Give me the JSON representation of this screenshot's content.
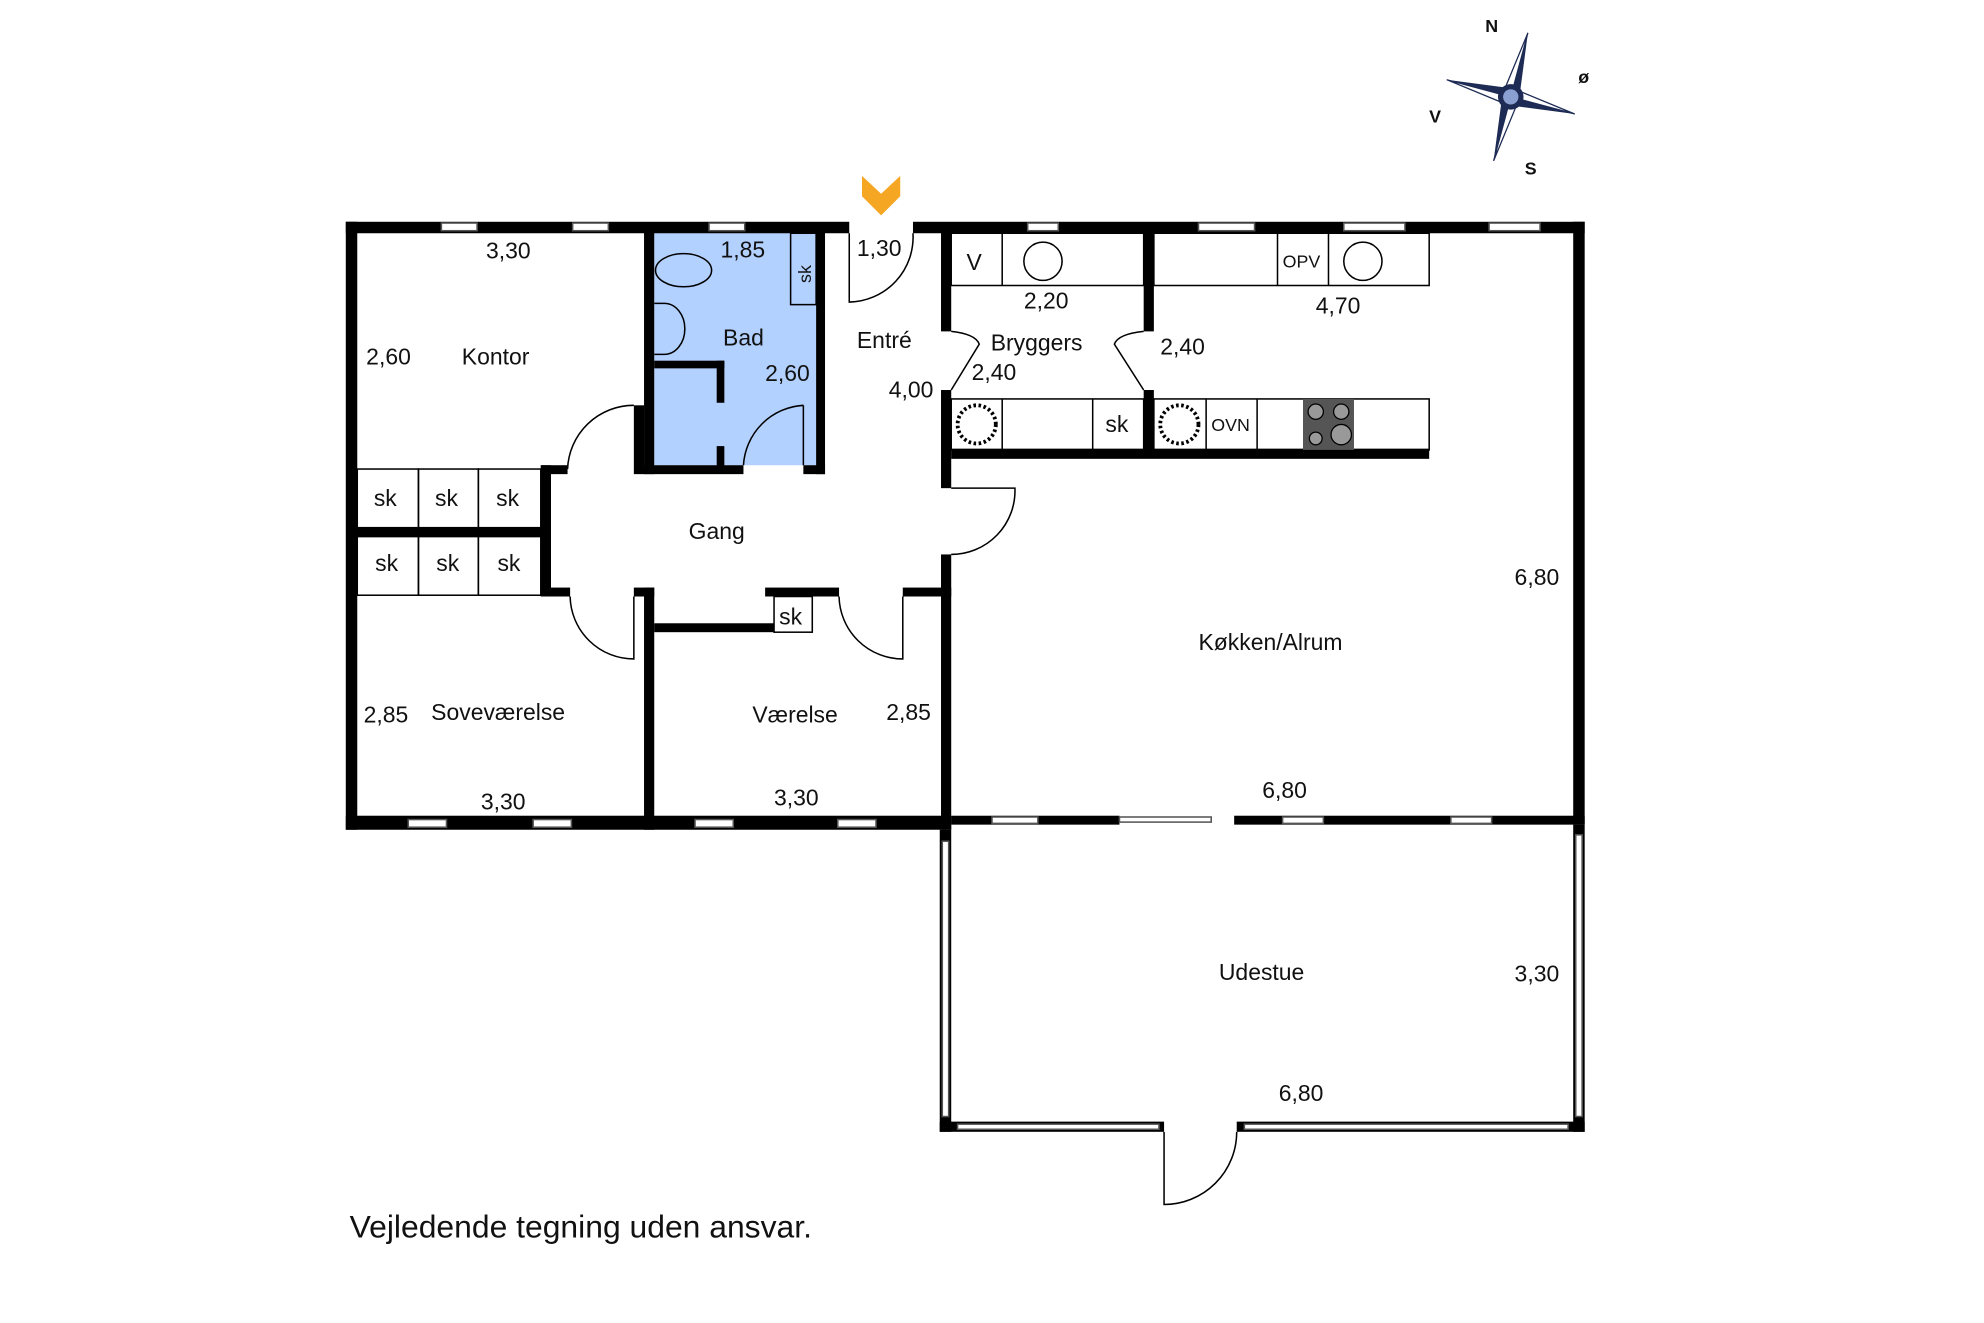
{
  "rooms": {
    "kontor": {
      "name": "Kontor",
      "width": "3,30",
      "depth": "2,60"
    },
    "bad": {
      "name": "Bad",
      "width": "1,85",
      "depth": "2,60",
      "closet": "sk"
    },
    "entre": {
      "name": "Entré",
      "width": "1,30",
      "depth": "4,00"
    },
    "bryggers": {
      "name": "Bryggers",
      "width": "2,20",
      "depth": "2,40",
      "fixture_v": "V",
      "closet": "sk"
    },
    "kitchen": {
      "name": "Køkken/Alrum",
      "width_top": "4,70",
      "depth_top": "2,40",
      "width": "6,80",
      "depth": "6,80",
      "dishwasher": "OPV",
      "oven": "OVN"
    },
    "gang": {
      "name": "Gang",
      "closet": "sk"
    },
    "sovevaerelse": {
      "name": "Soveværelse",
      "width": "3,30",
      "depth": "2,85"
    },
    "vaerelse": {
      "name": "Værelse",
      "width": "3,30",
      "depth": "2,85"
    },
    "udestue": {
      "name": "Udestue",
      "width": "6,80",
      "depth": "3,30"
    }
  },
  "closets": [
    "sk",
    "sk",
    "sk",
    "sk",
    "sk",
    "sk"
  ],
  "compass": {
    "n": "N",
    "s": "S",
    "e": "ø",
    "w": "V"
  },
  "entrance_marker_color": "#f5a623",
  "bath_color": "#b3d1ff",
  "disclaimer": "Vejledende tegning uden ansvar."
}
